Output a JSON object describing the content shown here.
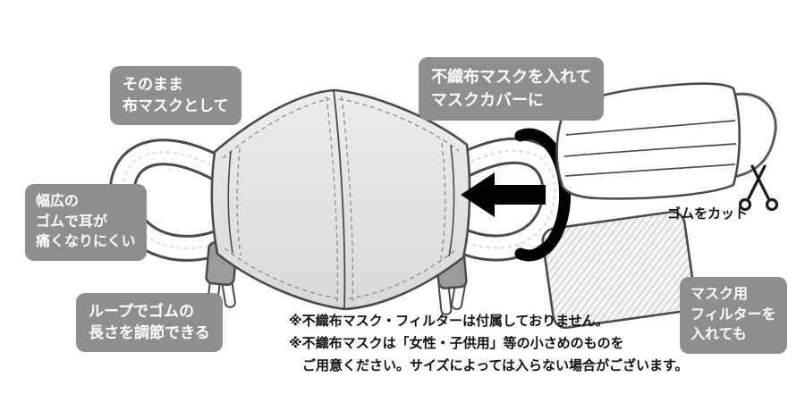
{
  "diagram": {
    "labels": {
      "as_is": {
        "lines": [
          "そのまま",
          "布マスクとして"
        ]
      },
      "wide_elastic": {
        "lines": [
          "幅広の",
          "ゴムで耳が",
          "痛くなりにくい"
        ]
      },
      "loop_adjust": {
        "lines": [
          "ループでゴムの",
          "長さを調節できる"
        ]
      },
      "cover": {
        "lines": [
          "不織布マスクを入れて",
          "マスクカバーに"
        ]
      },
      "filter": {
        "lines": [
          "マスク用",
          "フィルターを",
          "入れても"
        ]
      },
      "cut_elastic": "ゴムをカット"
    },
    "notes": {
      "lines": [
        "※不織布マスク・フィルターは付属しておりません。",
        "※不織布マスクは「女性・子供用」等の小さめのものを",
        "ご用意ください。サイズによっては入らない場合がございます。"
      ]
    },
    "icons": {
      "scissors": "scissors-icon",
      "arrow": "insert-arrow"
    },
    "colors": {
      "label_bg": "#8e8e8e",
      "label_text": "#ffffff",
      "mask_fill": "#e3e3e3",
      "line": "#4a4a4a",
      "arrow": "#000000"
    }
  }
}
